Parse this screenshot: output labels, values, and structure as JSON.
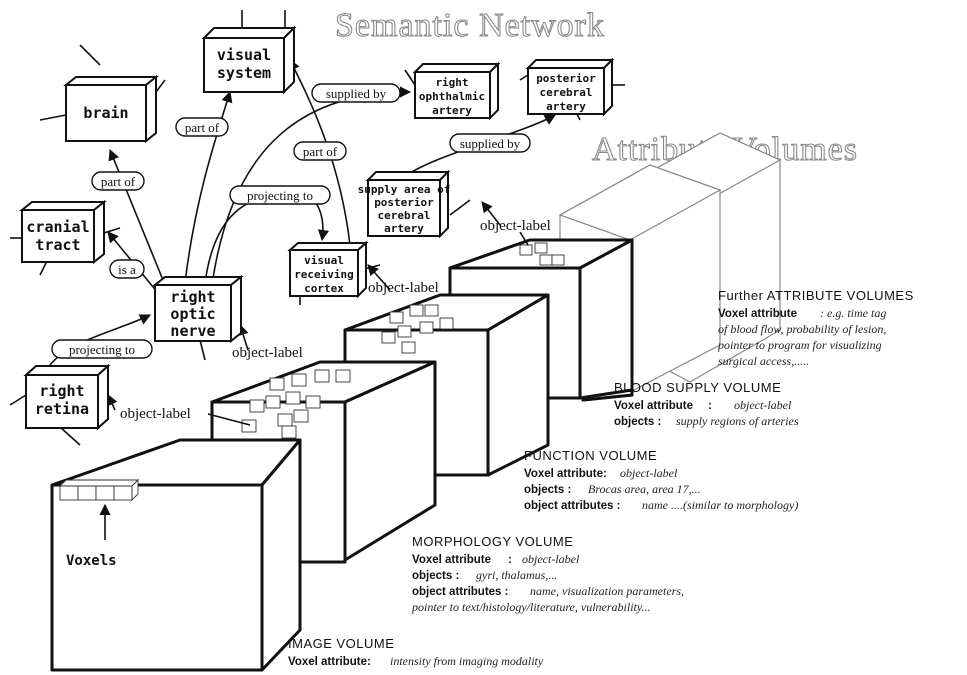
{
  "titles": {
    "semantic": "Semantic Network",
    "attribute": "Attribute Volumes"
  },
  "nodes": {
    "brain": "brain",
    "visual_system": [
      "visual",
      "system"
    ],
    "cranial_tract": [
      "cranial",
      "tract"
    ],
    "right_optic_nerve": [
      "right",
      "optic",
      "nerve"
    ],
    "right_retina": [
      "right",
      "retina"
    ],
    "visual_receiving_cortex": [
      "visual",
      "receiving",
      "cortex"
    ],
    "right_ophthalmic_artery": [
      "right",
      "ophthalmic",
      "artery"
    ],
    "posterior_cerebral_artery": [
      "posterior",
      "cerebral",
      "artery"
    ],
    "supply_area": [
      "supply area of",
      "posterior",
      "cerebral",
      "artery"
    ]
  },
  "edges": {
    "part_of_brain": "part of",
    "part_of_visual": "part of",
    "part_of_cortex": "part of",
    "is_a": "is a",
    "projecting_to_retina": "projecting to",
    "projecting_to_cortex": "projecting to",
    "supplied_by_ophthalmic": "supplied by",
    "supplied_by_posterior": "supplied by"
  },
  "labels": {
    "object_label_1": "object-label",
    "object_label_2": "object-label",
    "object_label_3": "object-label",
    "object_label_4": "object-label",
    "voxels": "Voxels"
  },
  "volumes": {
    "further": {
      "title": "Further  ATTRIBUTE  VOLUMES",
      "key1": "Voxel attribute",
      "val1": ": e.g. time tag",
      "lines": [
        "of blood flow, probability of lesion,",
        "pointer to program for visualizing",
        "surgical access,....."
      ]
    },
    "blood": {
      "title": "BLOOD  SUPPLY  VOLUME",
      "key1": "Voxel attribute",
      "val1": "object-label",
      "key2": "objects :",
      "val2": "supply regions of arteries"
    },
    "function": {
      "title": "FUNCTION  VOLUME",
      "key1": "Voxel attribute:",
      "val1": "object-label",
      "key2": "objects :",
      "val2": "Brocas area, area 17,...",
      "key3": "object attributes :",
      "val3": "name ....(similar to morphology)"
    },
    "morphology": {
      "title": "MORPHOLOGY  VOLUME",
      "key1": "Voxel attribute",
      "val1": "object-label",
      "key2": "objects :",
      "val2": "gyri, thalamus,...",
      "key3": "object attributes :",
      "val3": "name, visualization parameters,",
      "line4": "pointer to text/histology/literature, vulnerability..."
    },
    "image": {
      "title": "IMAGE  VOLUME",
      "key1": "Voxel attribute:",
      "val1": "intensity from imaging modality"
    }
  }
}
